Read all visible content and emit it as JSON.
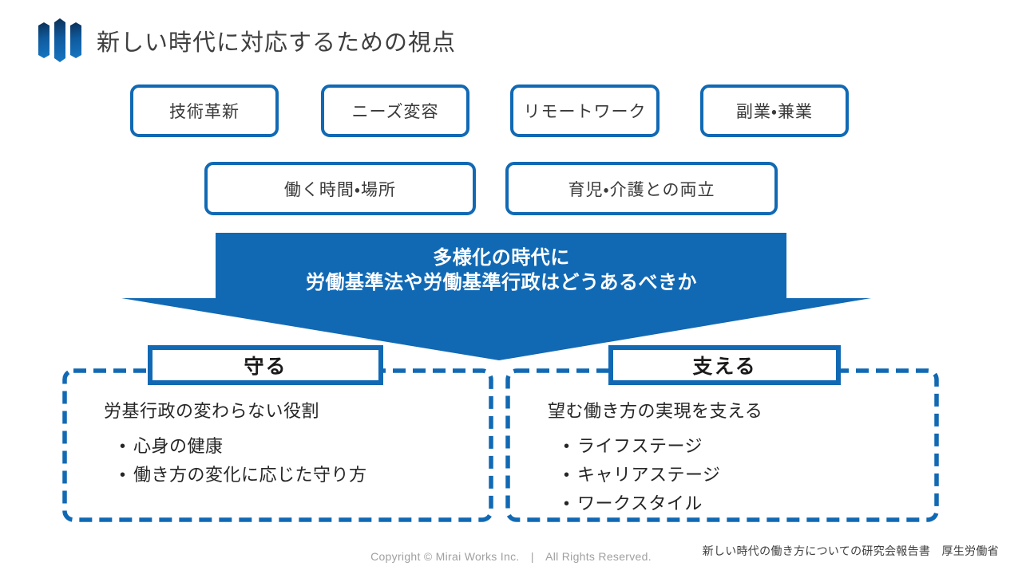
{
  "colors": {
    "accent": "#1169b4",
    "title_ink": "#3f3f3f",
    "body_ink": "#262626",
    "footer_gray": "#a0a0a0"
  },
  "header": {
    "title": "新しい時代に対応するための視点",
    "logo": "mirai-works-logo"
  },
  "factor_boxes": {
    "row1": [
      "技術革新",
      "ニーズ変容",
      "リモートワーク",
      "副業・兼業"
    ],
    "row2": [
      "働く時間・場所",
      "育児・介護との両立"
    ]
  },
  "arrow": {
    "line1": "多様化の時代に",
    "line2": "労働基準法や労働基準行政はどうあるべきか"
  },
  "panels": [
    {
      "header": "守る",
      "heading": "労基行政の変わらない役割",
      "bullets": [
        "心身の健康",
        "働き方の変化に応じた守り方"
      ]
    },
    {
      "header": "支える",
      "heading": "望む働き方の実現を支える",
      "bullets": [
        "ライフステージ",
        "キャリアステージ",
        "ワークスタイル"
      ]
    }
  ],
  "footer": {
    "copyright": "Copyright © Mirai Works Inc.　|　All Rights Reserved.",
    "source": "新しい時代の働き方についての研究会報告書　厚生労働省"
  }
}
